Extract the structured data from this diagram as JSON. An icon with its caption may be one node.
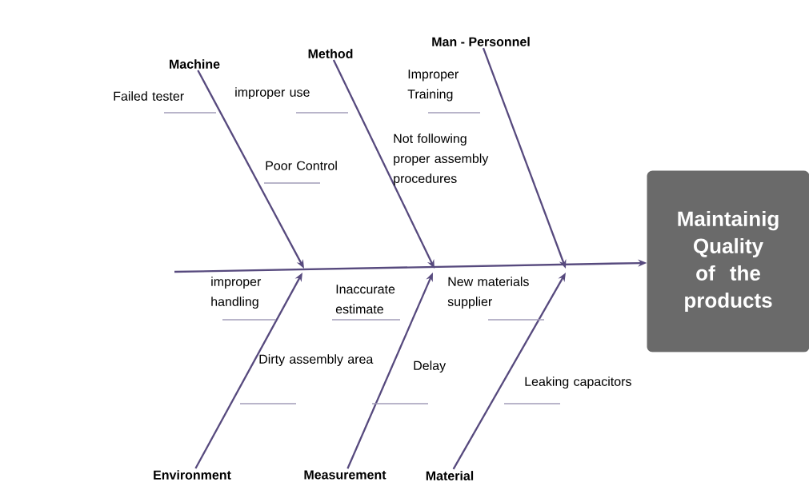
{
  "diagram": {
    "nodes": [
      {
        "text": [
          "Machine"
        ]
      },
      {
        "text": [
          "Method"
        ]
      },
      {
        "text": [
          "Man - Personnel"
        ]
      },
      {
        "text": [
          "Maintainig Quality of the products"
        ]
      },
      {
        "text": [
          "Environment"
        ]
      },
      {
        "text": [
          "Measurement"
        ]
      },
      {
        "text": [
          "Material"
        ]
      }
    ],
    "edges": [
      {
        "from": null,
        "to": 3,
        "arrow": "to"
      },
      {
        "from": 0,
        "to": null,
        "arrow": "to"
      },
      {
        "from": 1,
        "to": null,
        "arrow": "to"
      },
      {
        "from": 2,
        "to": null,
        "arrow": "to"
      },
      {
        "from": 4,
        "to": null,
        "arrow": "to"
      },
      {
        "from": 5,
        "to": null,
        "arrow": "to"
      },
      {
        "from": 6,
        "to": null,
        "arrow": "to"
      }
    ],
    "labels": [
      "Failed tester",
      "improper use",
      "Improper Training",
      "Poor Control",
      "Not following proper assembly procedures",
      "improper handling",
      "Inaccurate estimate",
      "New materials supplier",
      "Dirty assembly area",
      "Delay",
      "Leaking capacitors"
    ]
  }
}
